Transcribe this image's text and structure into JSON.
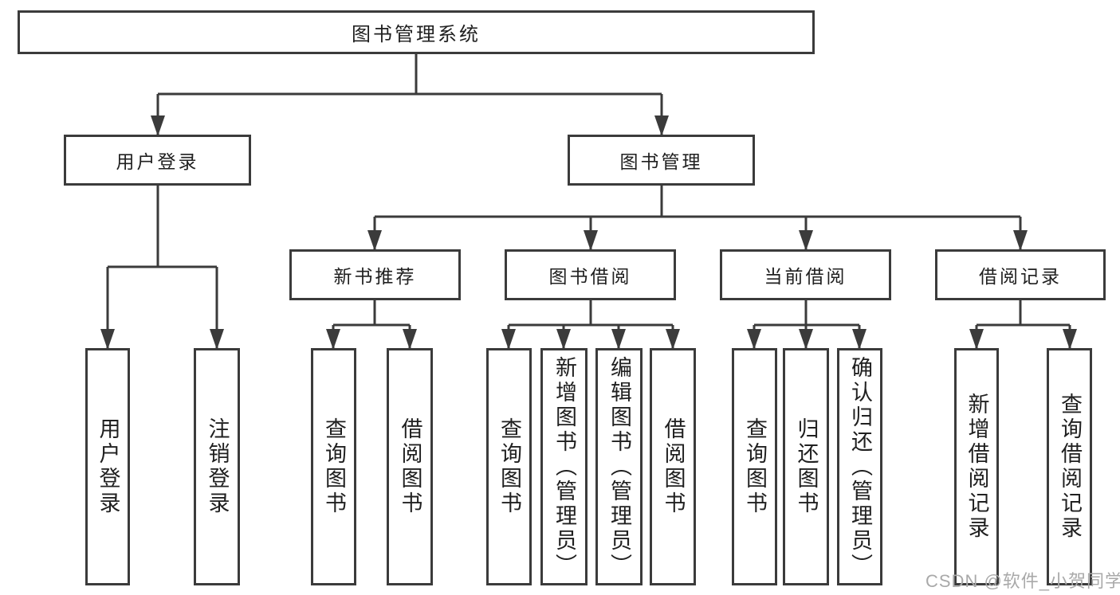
{
  "diagram": {
    "title": "图书管理系统",
    "nodes": {
      "root": "图书管理系统",
      "user_login": "用户登录",
      "book_management": "图书管理",
      "new_book_recommend": "新书推荐",
      "book_borrow": "图书借阅",
      "current_borrow": "当前借阅",
      "borrow_records": "借阅记录",
      "login": "用户登录",
      "logout": "注销登录",
      "nb_query": "查询图书",
      "nb_borrow": "借阅图书",
      "bb_query": "查询图书",
      "bb_add": "新增图书（管理员）",
      "bb_edit": "编辑图书（管理员）",
      "bb_borrow": "借阅图书",
      "cb_query": "查询图书",
      "cb_return": "归还图书",
      "cb_confirm": "确认归还（管理员）",
      "br_add": "新增借阅记录",
      "br_query": "查询借阅记录"
    },
    "watermark": "CSDN @软件_小贺同学",
    "colors": {
      "line": "#3b3b3b",
      "text": "#202020",
      "watermark": "#a9a9a9",
      "background": "#ffffff"
    }
  }
}
